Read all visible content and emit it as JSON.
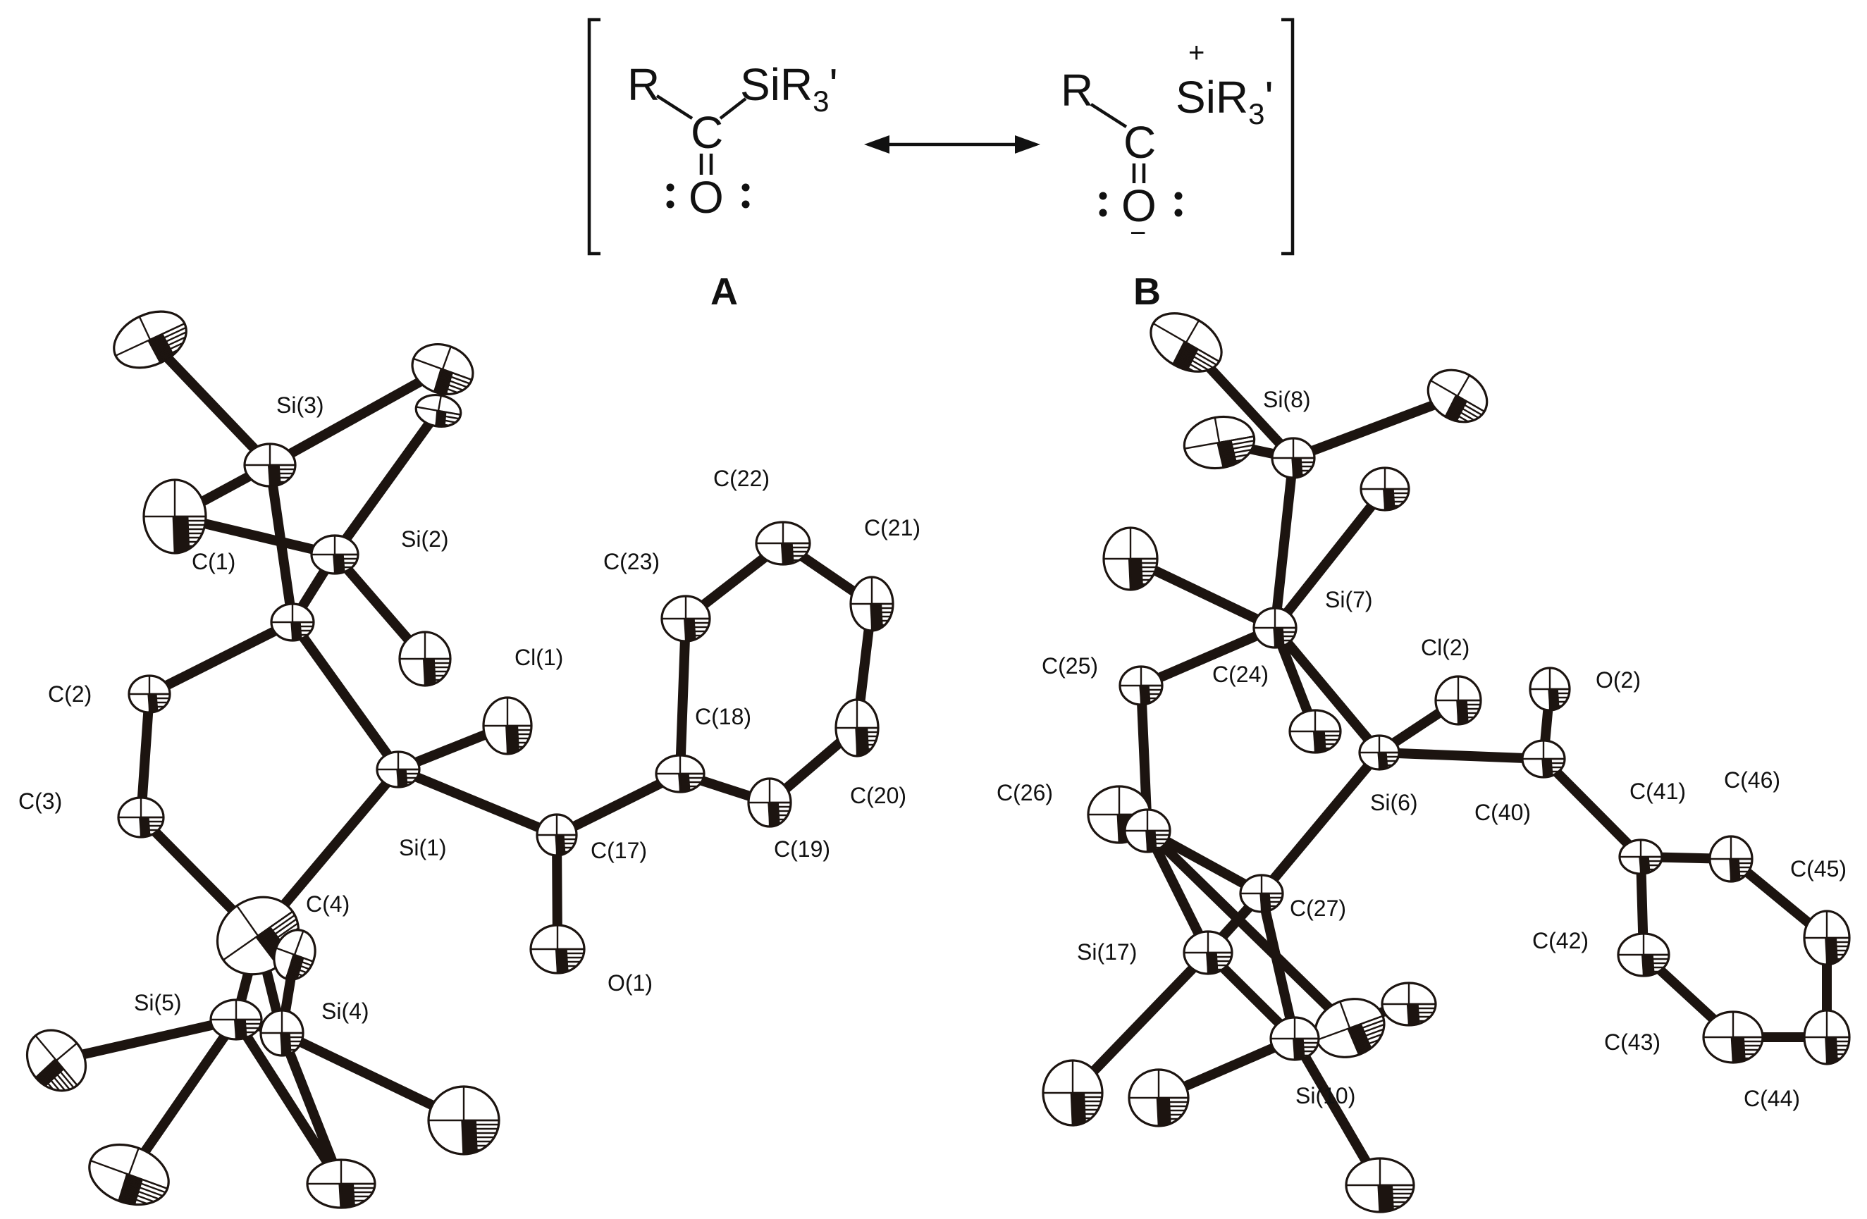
{
  "scheme": {
    "structure_a": {
      "r": "R",
      "si": "SiR",
      "si_sub": "3",
      "si_prime": "'",
      "c": "C",
      "o": "O"
    },
    "structure_b": {
      "r": "R",
      "charge_plus": "+",
      "si": "SiR",
      "si_sub": "3",
      "si_prime": "'",
      "c": "C",
      "o": "O",
      "charge_minus": "−"
    },
    "label_a": "A",
    "label_b": "B"
  },
  "molecule_left": {
    "labels": {
      "si3": "Si(3)",
      "si2": "Si(2)",
      "c1": "C(1)",
      "c2": "C(2)",
      "c3": "C(3)",
      "si1": "Si(1)",
      "c4": "C(4)",
      "si5": "Si(5)",
      "si4": "Si(4)",
      "cl1": "Cl(1)",
      "c17": "C(17)",
      "o1": "O(1)",
      "c18": "C(18)",
      "c19": "C(19)",
      "c20": "C(20)",
      "c21": "C(21)",
      "c22": "C(22)",
      "c23": "C(23)"
    }
  },
  "molecule_right": {
    "labels": {
      "si8": "Si(8)",
      "si7": "Si(7)",
      "c25": "C(25)",
      "c24": "C(24)",
      "cl2": "Cl(2)",
      "o2": "O(2)",
      "si6": "Si(6)",
      "c40": "C(40)",
      "c41": "C(41)",
      "c46": "C(46)",
      "c26": "C(26)",
      "c27": "C(27)",
      "c45": "C(45)",
      "si17": "Si(17)",
      "c42": "C(42)",
      "c43": "C(43)",
      "si10": "Si(10)",
      "c44": "C(44)"
    }
  },
  "colors": {
    "ink": "#1c1410",
    "background": "#ffffff"
  }
}
